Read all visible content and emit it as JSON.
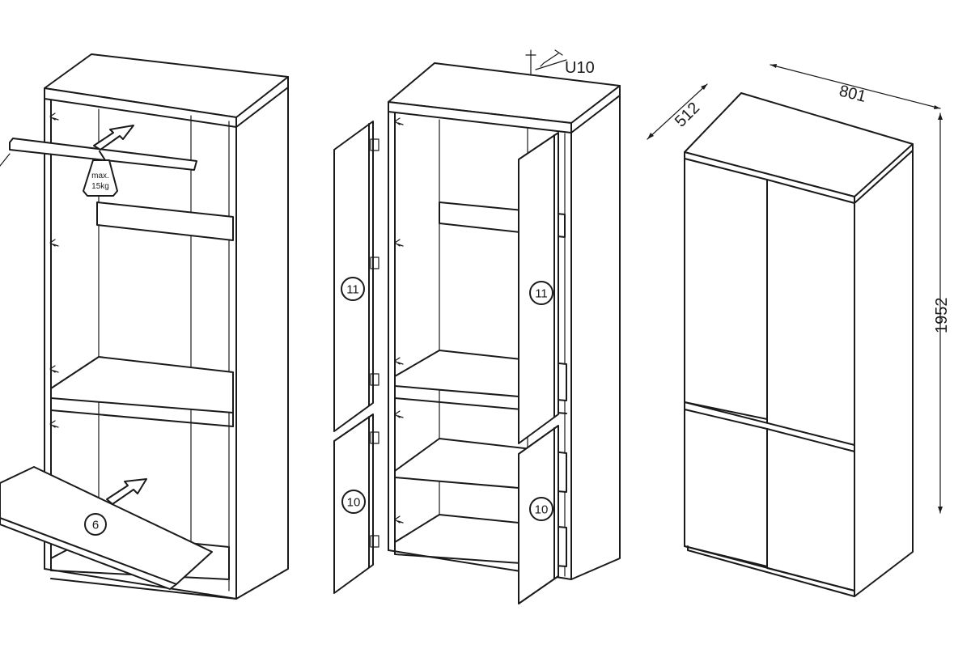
{
  "load_label": {
    "line1": "max.",
    "line2": "15kg"
  },
  "screw_label": "U10",
  "parts": {
    "shelf": "6",
    "upper_door": "11",
    "lower_door": "10"
  },
  "dimensions": {
    "width": "801",
    "depth": "512",
    "height": "1952"
  }
}
